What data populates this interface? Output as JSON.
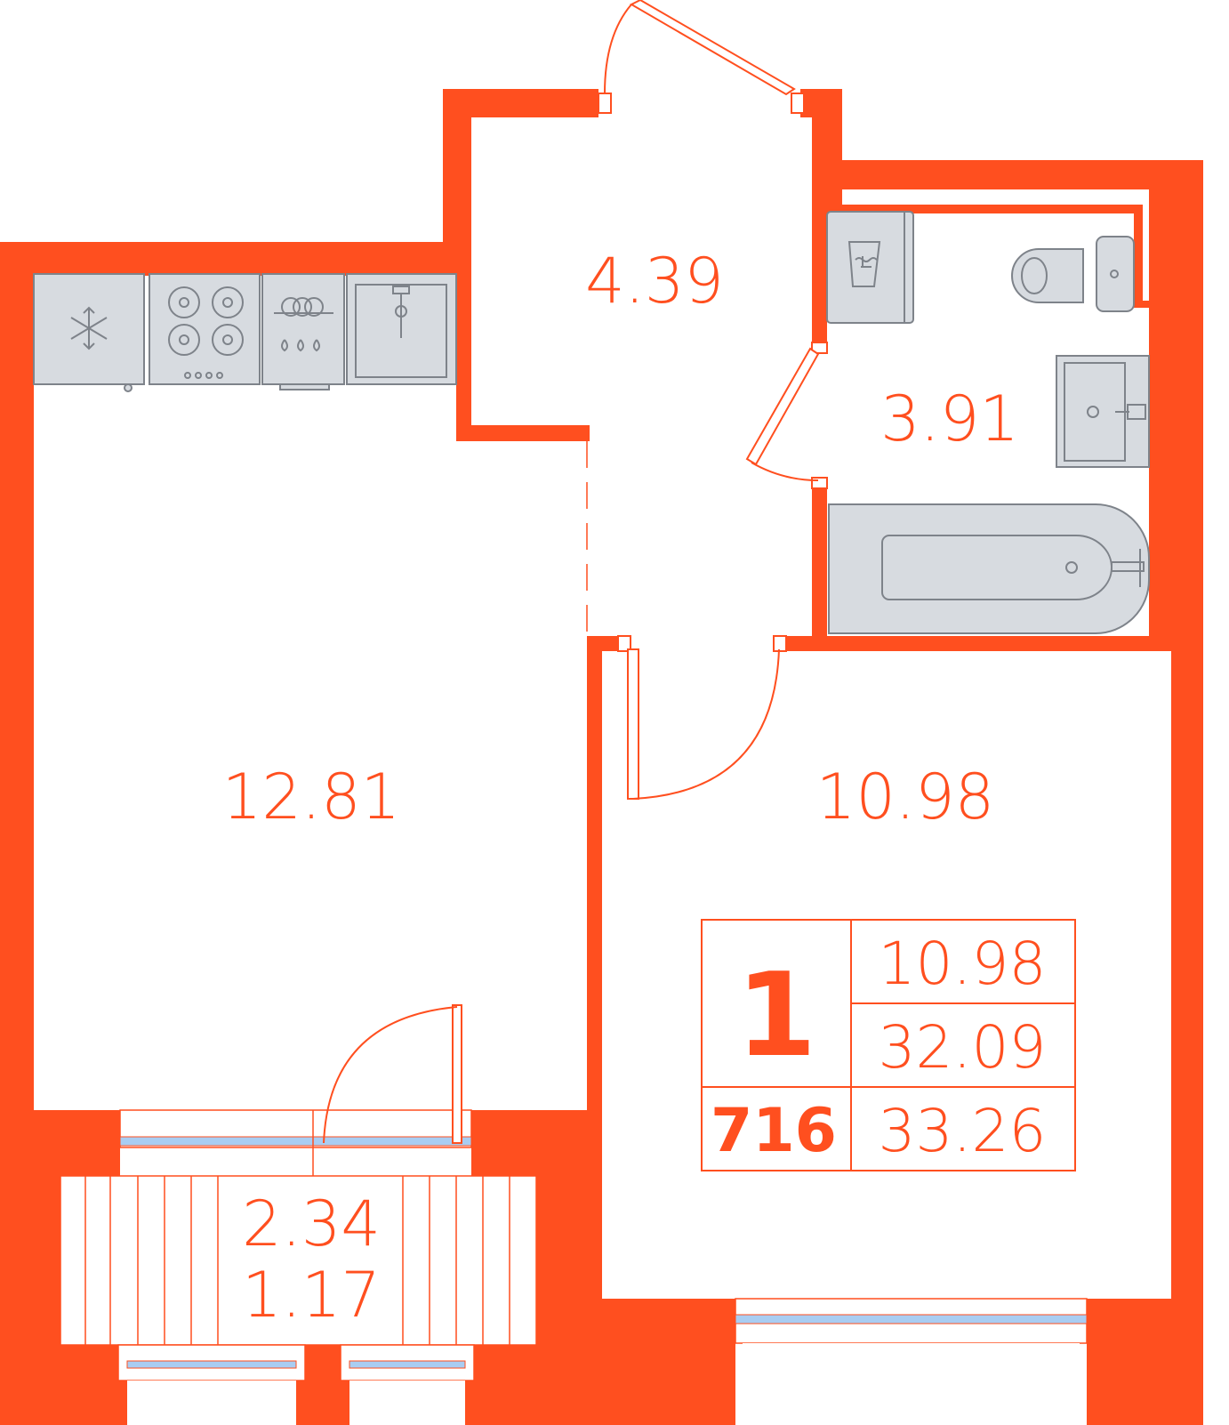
{
  "colors": {
    "wall": "#ff4f1f",
    "fixture_fill": "#d7dbe0",
    "fixture_stroke": "#7e838a",
    "window_glass": "#a9cdf2",
    "background": "#ffffff"
  },
  "rooms": {
    "kitchen_living": {
      "area": "12.81"
    },
    "hallway": {
      "area": "4.39"
    },
    "bathroom": {
      "area": "3.91"
    },
    "bedroom": {
      "area": "10.98"
    },
    "balcony": {
      "area": "2.34",
      "reduced_area": "1.17"
    }
  },
  "summary": {
    "rooms_count": "1",
    "apartment_number": "716",
    "living_area": "10.98",
    "total_area": "32.09",
    "total_with_balcony": "33.26"
  },
  "icons": [
    "fridge-icon",
    "cooktop-icon",
    "dishwasher-icon",
    "kitchen-sink-icon",
    "washing-machine-icon",
    "toilet-icon",
    "washbasin-icon",
    "bathtub-icon"
  ]
}
